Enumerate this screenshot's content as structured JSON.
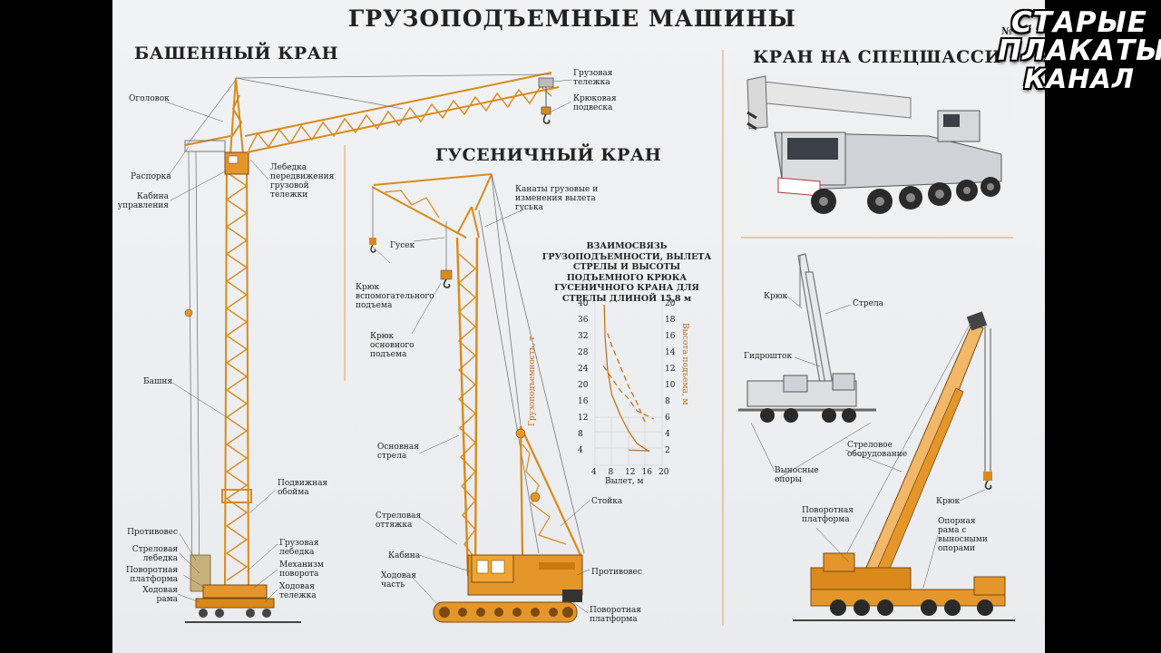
{
  "poster": {
    "title": "ГРУЗОПОДЪЕМНЫЕ МАШИНЫ",
    "sections": {
      "tower": "БАШЕННЫЙ КРАН",
      "crawler": "ГУСЕНИЧНЫЙ КРАН",
      "truck": "КРАН НА СПЕЦШАССИ"
    },
    "badge": "№"
  },
  "tower_labels": {
    "ogolovok": "Оголовок",
    "rasporka": "Распорка",
    "kabina": "Кабина управления",
    "bashnya": "Башня",
    "protivoves": "Противовес",
    "strel_lebedka": "Стреловая лебедка",
    "povorotnaya_platforma": "Поворотная платформа",
    "khodovaya_rama": "Ходовая рама",
    "lebedka_tel": "Лебедка передвижения грузовой тележки",
    "gruz_telezhka": "Грузовая тележка",
    "kryuk_podveska": "Крюковая подвеска",
    "podvizhnaya_oboima": "Подвижная обойма",
    "gruz_lebedka": "Грузовая лебедка",
    "mekhanizm": "Механизм поворота",
    "khod_telezhka": "Ходовая тележка"
  },
  "crawler_labels": {
    "kanaty": "Канаты грузовые и изменения вылета гуська",
    "gusek": "Гусек",
    "kryuk_vsp": "Крюк вспомогательного подъема",
    "kryuk_osn": "Крюк основного подъема",
    "osn_strela": "Основная стрела",
    "strel_ottyazhka": "Стреловая оттяжка",
    "kabina": "Кабина",
    "khodovaya": "Ходовая часть",
    "stoika": "Стойка",
    "protivoves": "Противовес",
    "povorotnaya_platforma": "Поворотная платформа"
  },
  "truck_labels": {
    "kryuk_top": "Крюк",
    "strela": "Стрела",
    "gidroshtok": "Гидрошток",
    "vynosnye_opory": "Выносные опоры",
    "strel_oborud": "Стреловое оборудование",
    "povorotnaya_platforma": "Поворотная платформа",
    "kryuk": "Крюк",
    "opornaya_rama": "Опорная рама с выносными опорами"
  },
  "chart_data": {
    "type": "line",
    "title": "ВЗАИМОСВЯЗЬ ГРУЗОПОДЪЕМНОСТИ, ВЫЛЕТА СТРЕЛЫ И ВЫСОТЫ ПОДЪЕМНОГО КРЮКА ГУСЕНИЧНОГО КРАНА ДЛЯ СТРЕЛЫ ДЛИНОЙ 15,8 м",
    "xlabel": "Вылет, м",
    "ylabel_left": "Грузоподъемность, т",
    "ylabel_right": "Высота подъема, м",
    "x_ticks": [
      "4",
      "8",
      "12",
      "16",
      "20"
    ],
    "y_left_ticks": [
      "40",
      "36",
      "32",
      "28",
      "24",
      "20",
      "16",
      "12",
      "8",
      "4"
    ],
    "y_right_ticks": [
      "20",
      "18",
      "16",
      "14",
      "12",
      "10",
      "8",
      "6",
      "4",
      "2"
    ],
    "xlim": [
      4,
      20
    ],
    "ylim_left": [
      0,
      40
    ],
    "ylim_right": [
      0,
      20
    ],
    "series": [
      {
        "axis": "left",
        "style": "solid",
        "x": [
          6.2,
          6.4,
          7,
          8,
          10,
          12,
          14,
          17
        ],
        "y": [
          40,
          32,
          24,
          18,
          13,
          9,
          6,
          4
        ]
      },
      {
        "axis": "left",
        "style": "dashed",
        "x": [
          7,
          8,
          10,
          12,
          14,
          16
        ],
        "y": [
          33,
          30,
          25,
          20,
          16,
          11
        ]
      },
      {
        "axis": "right",
        "style": "dashed",
        "x": [
          6,
          8,
          10,
          12,
          14,
          16,
          18
        ],
        "y": [
          12.5,
          11,
          9.5,
          8.5,
          7,
          6.5,
          6
        ]
      },
      {
        "axis": "right",
        "style": "solid",
        "x": [
          12,
          17
        ],
        "y": [
          2.2,
          2.1
        ]
      }
    ]
  },
  "channel": {
    "line1": "СТАРЫЕ",
    "line2": "ПЛАКАТЫ",
    "line3": "КАНАЛ"
  }
}
